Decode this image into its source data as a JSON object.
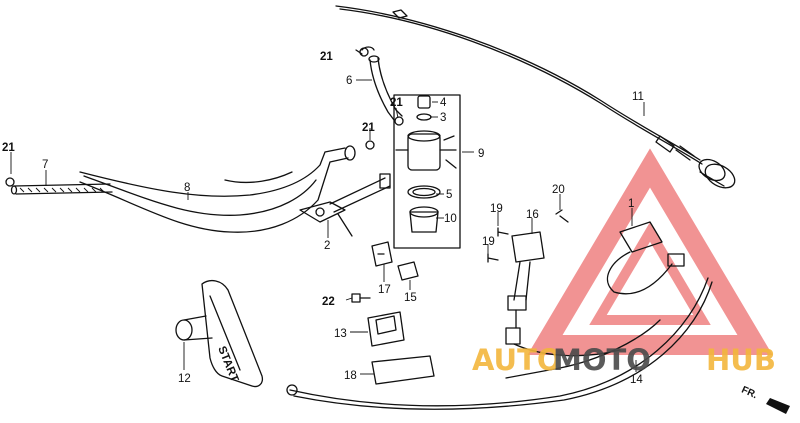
{
  "diagram": {
    "callouts": [
      {
        "id": "c21a",
        "label": "21"
      },
      {
        "id": "c6",
        "label": "6"
      },
      {
        "id": "c21b",
        "label": "21"
      },
      {
        "id": "c4",
        "label": "4"
      },
      {
        "id": "c3",
        "label": "3"
      },
      {
        "id": "c21c",
        "label": "21"
      },
      {
        "id": "c9",
        "label": "9"
      },
      {
        "id": "c5",
        "label": "5"
      },
      {
        "id": "c10",
        "label": "10"
      },
      {
        "id": "c21d",
        "label": "21"
      },
      {
        "id": "c7",
        "label": "7"
      },
      {
        "id": "c8",
        "label": "8"
      },
      {
        "id": "c2",
        "label": "2"
      },
      {
        "id": "c17",
        "label": "17"
      },
      {
        "id": "c15",
        "label": "15"
      },
      {
        "id": "c22",
        "label": "22"
      },
      {
        "id": "c13",
        "label": "13"
      },
      {
        "id": "c12",
        "label": "12"
      },
      {
        "id": "c18",
        "label": "18"
      },
      {
        "id": "c11",
        "label": "11"
      },
      {
        "id": "c20",
        "label": "20"
      },
      {
        "id": "c19a",
        "label": "19"
      },
      {
        "id": "c16",
        "label": "16"
      },
      {
        "id": "c19b",
        "label": "19"
      },
      {
        "id": "c1",
        "label": "1"
      },
      {
        "id": "c14",
        "label": "14"
      }
    ],
    "grip_text": "START",
    "front_marker": "FR.",
    "watermark": {
      "part1": "AUTO",
      "part2": "MOTO",
      "part3": "HUB",
      "colors": {
        "orange": "#f3b63c",
        "dark": "#4a4a4a",
        "red": "#e84c4c"
      }
    }
  }
}
